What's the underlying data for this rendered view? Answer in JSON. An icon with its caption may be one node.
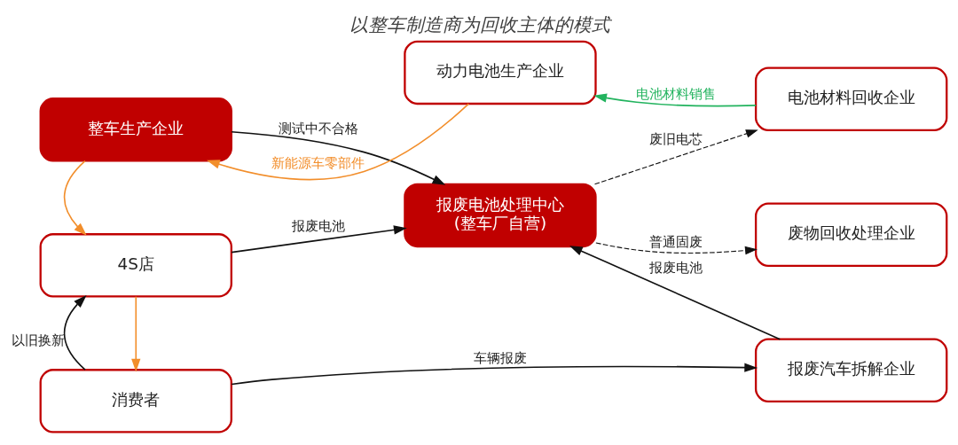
{
  "diagram": {
    "title": "以整车制造商为回收主体的模式",
    "nodes": [
      {
        "text": [
          "整车生产企业"
        ]
      },
      {
        "text": [
          "动力电池生产企业"
        ]
      },
      {
        "text": [
          "电池材料回收企业"
        ]
      },
      {
        "text": [
          "4S店"
        ]
      },
      {
        "text": [
          "报废电池处理中心",
          "(整车厂自营)"
        ]
      },
      {
        "text": [
          "废物回收处理企业"
        ]
      },
      {
        "text": [
          "消费者"
        ]
      },
      {
        "text": [
          "报废汽车拆解企业"
        ]
      }
    ],
    "edges": [
      {
        "from": 1,
        "to": 0,
        "arrow": "to",
        "label": "新能源车零部件",
        "color": "#f28e2b"
      },
      {
        "from": 2,
        "to": 1,
        "arrow": "to",
        "label": "电池材料销售",
        "color": "#22b35e"
      },
      {
        "from": 0,
        "to": 3,
        "arrow": "to",
        "color": "#f28e2b"
      },
      {
        "from": 0,
        "to": 4,
        "arrow": "to",
        "label": "测试中不合格"
      },
      {
        "from": 4,
        "to": 2,
        "arrow": "to",
        "label": "废旧电芯",
        "style": "dashed"
      },
      {
        "from": 3,
        "to": 4,
        "arrow": "to",
        "label": "报废电池"
      },
      {
        "from": 4,
        "to": 5,
        "arrow": "to",
        "label": "普通固废",
        "style": "dashed"
      },
      {
        "from": 3,
        "to": 6,
        "arrow": "to",
        "color": "#f28e2b"
      },
      {
        "from": 6,
        "to": 3,
        "arrow": "to",
        "label": "以旧换新"
      },
      {
        "from": 7,
        "to": 4,
        "arrow": "to",
        "label": "报废电池"
      },
      {
        "from": 6,
        "to": 7,
        "arrow": "to",
        "label": "车辆报废"
      }
    ]
  }
}
